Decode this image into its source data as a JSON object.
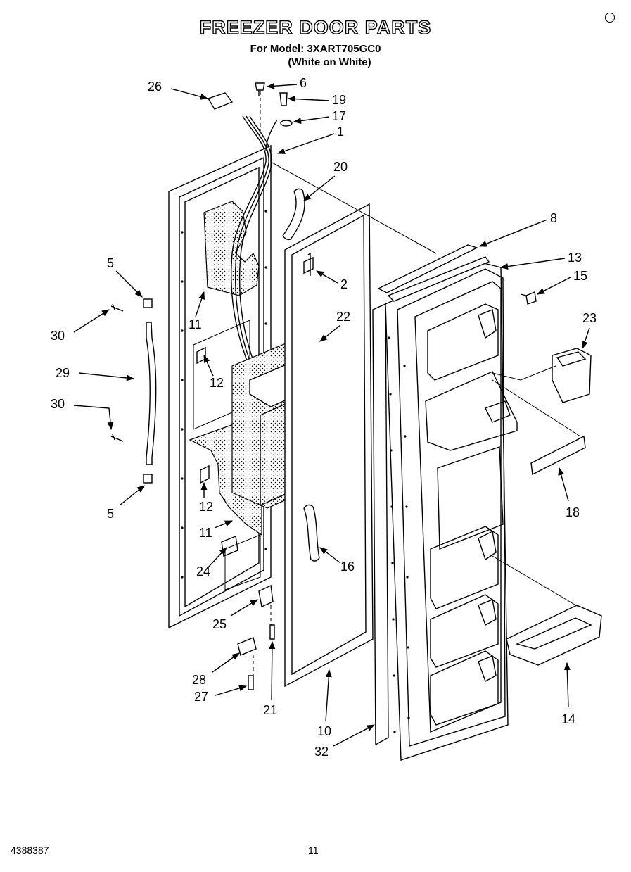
{
  "header": {
    "title": "FREEZER DOOR PARTS",
    "model_line": "For Model: 3XART705GC0",
    "color_line": "(White on White)"
  },
  "footer": {
    "document_number": "4388387",
    "page_number": "11"
  },
  "callouts": [
    {
      "id": "c26",
      "label": "26"
    },
    {
      "id": "c6",
      "label": "6"
    },
    {
      "id": "c19",
      "label": "19"
    },
    {
      "id": "c17",
      "label": "17"
    },
    {
      "id": "c1",
      "label": "1"
    },
    {
      "id": "c20",
      "label": "20"
    },
    {
      "id": "c8",
      "label": "8"
    },
    {
      "id": "c13",
      "label": "13"
    },
    {
      "id": "c15",
      "label": "15"
    },
    {
      "id": "c2",
      "label": "2"
    },
    {
      "id": "c5a",
      "label": "5"
    },
    {
      "id": "c30a",
      "label": "30"
    },
    {
      "id": "c11a",
      "label": "11"
    },
    {
      "id": "c22",
      "label": "22"
    },
    {
      "id": "c23",
      "label": "23"
    },
    {
      "id": "c29",
      "label": "29"
    },
    {
      "id": "c12a",
      "label": "12"
    },
    {
      "id": "c30b",
      "label": "30"
    },
    {
      "id": "c18",
      "label": "18"
    },
    {
      "id": "c12b",
      "label": "12"
    },
    {
      "id": "c5b",
      "label": "5"
    },
    {
      "id": "c11b",
      "label": "11"
    },
    {
      "id": "c16",
      "label": "16"
    },
    {
      "id": "c24",
      "label": "24"
    },
    {
      "id": "c25",
      "label": "25"
    },
    {
      "id": "c28",
      "label": "28"
    },
    {
      "id": "c27",
      "label": "27"
    },
    {
      "id": "c21",
      "label": "21"
    },
    {
      "id": "c10",
      "label": "10"
    },
    {
      "id": "c32",
      "label": "32"
    },
    {
      "id": "c14",
      "label": "14"
    }
  ]
}
